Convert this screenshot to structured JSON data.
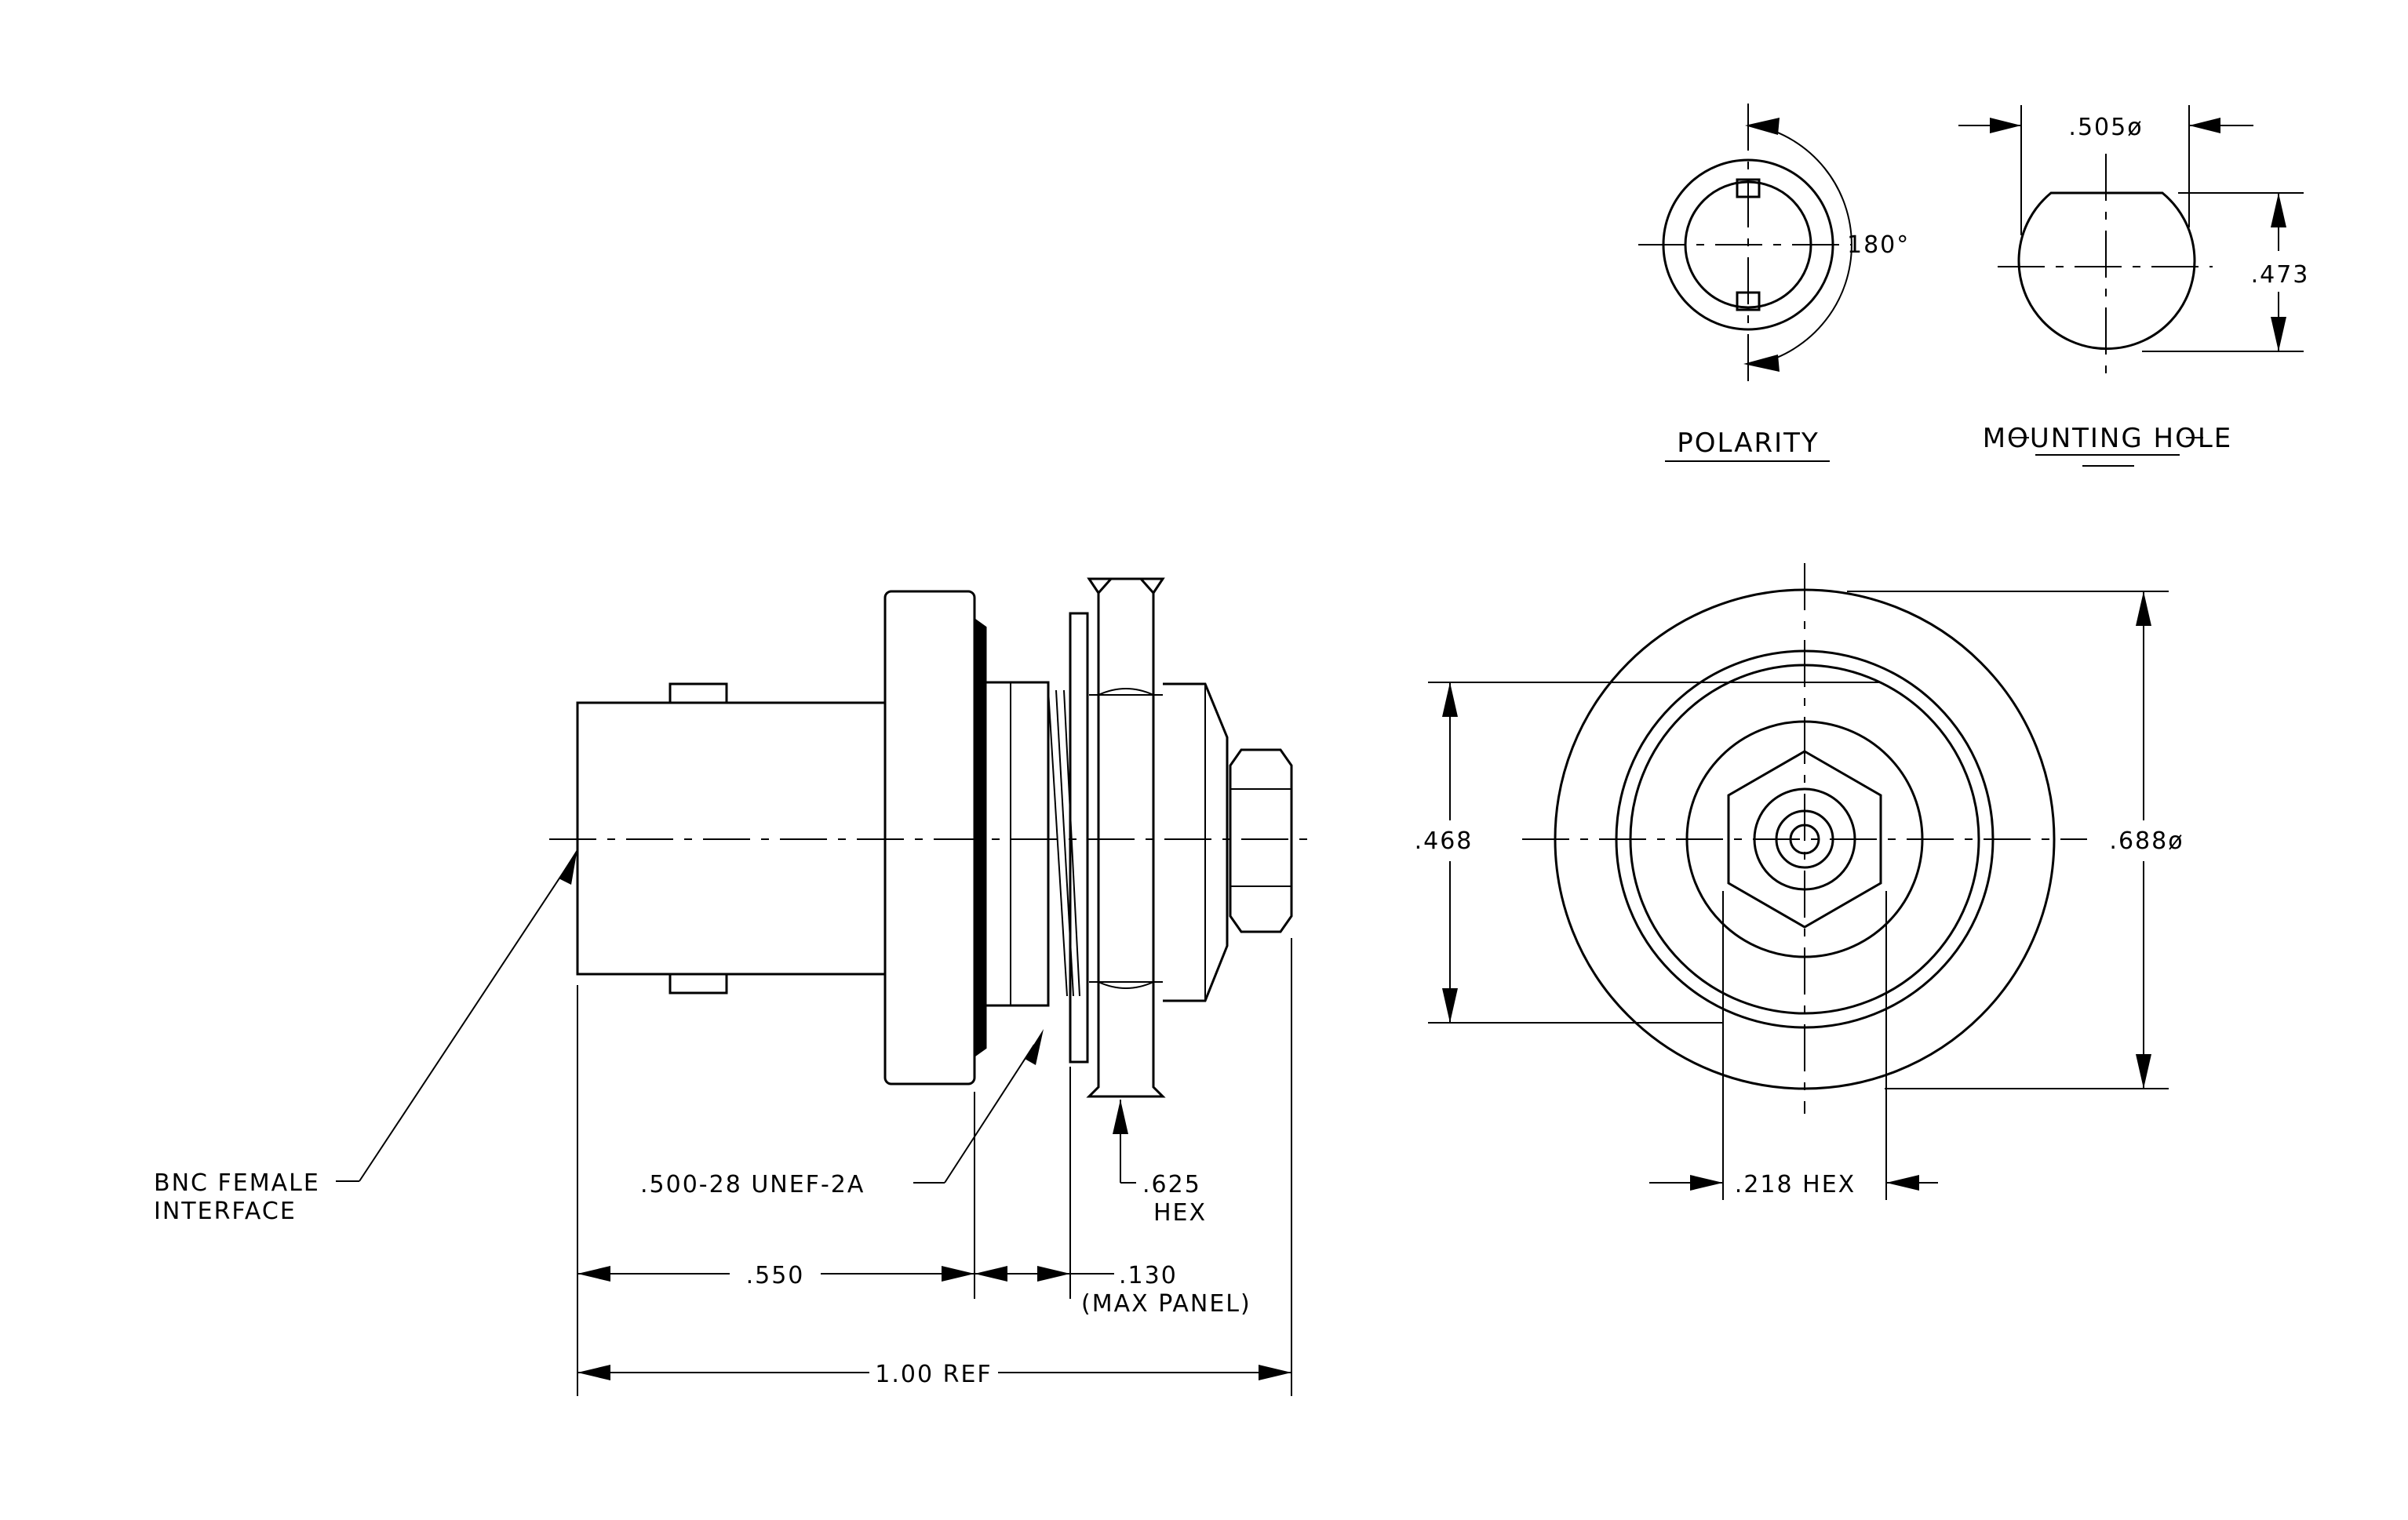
{
  "views": {
    "polarity": {
      "title": "POLARITY",
      "angle_label": "180°"
    },
    "mounting_hole": {
      "title": "MOUNTING HOLE",
      "width_label": ".505ø",
      "height_label": ".473"
    },
    "front": {
      "height_label": ".468",
      "diameter_label": ".688ø",
      "hex_label": ".218 HEX"
    },
    "side": {
      "interface_label_line1": "BNC FEMALE",
      "interface_label_line2": "INTERFACE",
      "thread_label": ".500-28 UNEF-2A",
      "nut_label_line1": ".625",
      "nut_label_line2": "HEX",
      "length_label": ".550",
      "panel_label_line1": ".130",
      "panel_label_line2": "(MAX PANEL)",
      "overall_label": "1.00 REF"
    }
  }
}
